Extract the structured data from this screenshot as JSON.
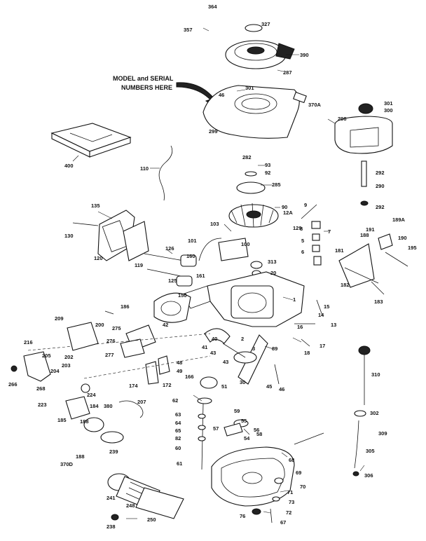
{
  "model_note": {
    "line1": "MODEL and SERIAL",
    "line2": "NUMBERS HERE"
  },
  "labels": {
    "p364": "364",
    "p357": "357",
    "p327": "327",
    "p390": "390",
    "p287": "287",
    "p301a": "301",
    "p46": "46",
    "p299": "299",
    "p370A": "370A",
    "p400": "400",
    "p110": "110",
    "p282": "282",
    "p301b": "301",
    "p300": "300",
    "p298": "298",
    "p292a": "292",
    "p290": "290",
    "p292b": "292",
    "p93": "93",
    "p92": "92",
    "p285": "285",
    "p135": "135",
    "p130": "130",
    "p120": "120",
    "p119": "119",
    "p90": "90",
    "p9": "9",
    "p12A": "12A",
    "p129": "129",
    "p8": "8",
    "p5": "5",
    "p6": "6",
    "p7": "7",
    "p103": "103",
    "p101": "101",
    "p160": "160",
    "p100": "100",
    "p313": "313",
    "p20": "20",
    "p126a": "126",
    "p125": "125",
    "p161": "161",
    "p150": "150",
    "p189A": "189A",
    "p191": "191",
    "p188": "188",
    "p190": "190",
    "p195": "195",
    "p181": "181",
    "p182": "182",
    "p183": "183",
    "p186": "186",
    "p42": "42",
    "p1": "1",
    "p15": "15",
    "p14": "14",
    "p13": "13",
    "p16": "16",
    "p17": "17",
    "p209": "209",
    "p200": "200",
    "p275": "275",
    "p276": "276",
    "p2": "2",
    "p3": "3",
    "p89": "89",
    "p18": "18",
    "p216": "216",
    "p205": "205",
    "p202": "202",
    "p203": "203",
    "p204": "204",
    "p277": "277",
    "p41": "41",
    "p40": "40",
    "p43": "43",
    "p48": "48",
    "p49": "49",
    "p166": "166",
    "p51": "51",
    "p30": "30",
    "p45": "45",
    "p46b": "46",
    "p266": "266",
    "p268": "268",
    "p174": "174",
    "p172": "172",
    "p310": "310",
    "p224": "224",
    "p223": "223",
    "p184": "184",
    "p380": "380",
    "p207": "207",
    "p185": "185",
    "p188b": "188",
    "p62": "62",
    "p63": "63",
    "p64": "64",
    "p65": "65",
    "p82": "82",
    "p60": "60",
    "p61": "61",
    "p59": "59",
    "p55": "55",
    "p57": "57",
    "p58": "58",
    "p54": "54",
    "p56": "56",
    "p239": "239",
    "p370D": "370D",
    "p188c": "188",
    "p302": "302",
    "p309": "309",
    "p305": "305",
    "p306": "306",
    "p68": "68",
    "p69": "69",
    "p70": "70",
    "p71": "71",
    "p73": "73",
    "p241": "241",
    "p248": "248",
    "p250": "250",
    "p238": "238",
    "p76": "76",
    "p72": "72",
    "p67": "67"
  }
}
